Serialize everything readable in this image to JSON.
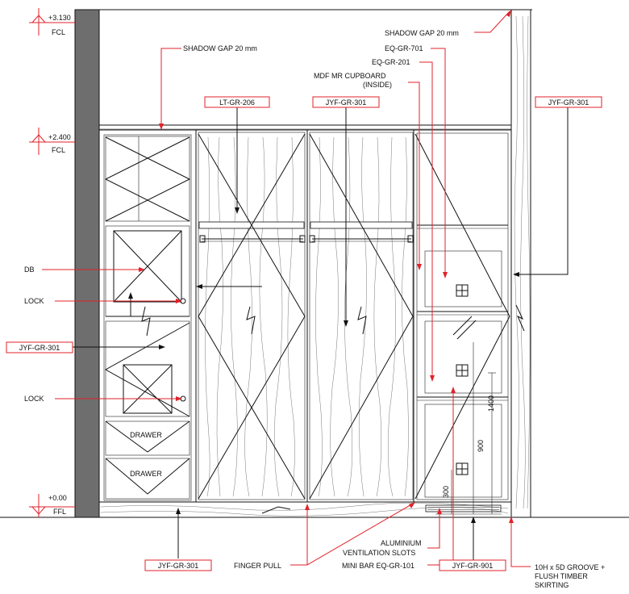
{
  "levels": {
    "top": {
      "value": "+3.130",
      "name": "FCL"
    },
    "ceiling": {
      "value": "+2.400",
      "name": "FCL"
    },
    "floor": {
      "value": "+0.00",
      "name": "FFL"
    }
  },
  "tags": {
    "lt_gr_206": "LT-GR-206",
    "jyf_top_center": "JYF-GR-301",
    "jyf_right": "JYF-GR-301",
    "jyf_left": "JYF-GR-301",
    "jyf_bottom": "JYF-GR-301",
    "jyf_901": "JYF-GR-901"
  },
  "labels": {
    "shadow_gap_left": "SHADOW GAP 20 mm",
    "shadow_gap_right": "SHADOW GAP 20 mm",
    "eq_701": "EQ-GR-701",
    "eq_201": "EQ-GR-201",
    "mdf_line1": "MDF MR CUPBOARD",
    "mdf_line2": "(INSIDE)",
    "db": "DB",
    "lock_upper": "LOCK",
    "lock_lower": "LOCK",
    "drawer_upper": "DRAWER",
    "drawer_lower": "DRAWER",
    "finger_pull": "FINGER PULL",
    "vent_line1": "ALUMINIUM",
    "vent_line2": "VENTILATION SLOTS",
    "mini_bar": "MINI BAR EQ-GR-101",
    "groove_line1": "10H x 5D GROOVE +",
    "groove_line2": "FLUSH TIMBER",
    "groove_line3": "SKIRTING"
  },
  "dimensions": {
    "d1400": "1400",
    "d900": "900",
    "d300": "300"
  },
  "colors": {
    "annotation": "#e0222a",
    "linework": "#111111",
    "wall_fill": "#6e6e6e"
  }
}
